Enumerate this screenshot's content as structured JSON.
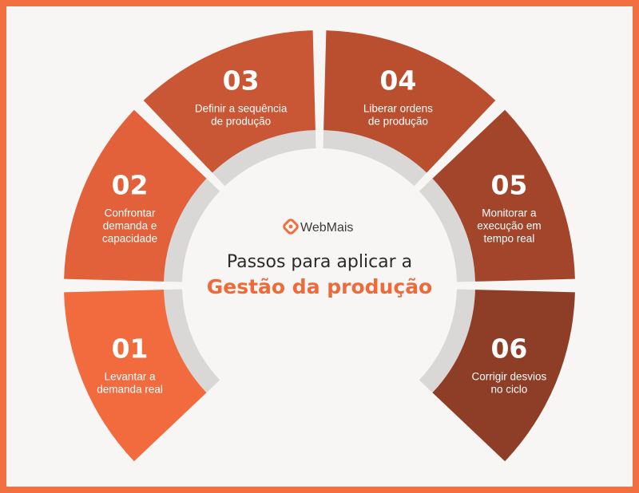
{
  "logo": {
    "text": "WebMais",
    "icon": "webmais-logo-icon",
    "color": "#f2703f"
  },
  "title": {
    "line1": "Passos para aplicar a",
    "line2": "Gestão da produção",
    "line2_color": "#ee6a3a"
  },
  "steps": [
    {
      "number": "01",
      "label_lines": [
        "Levantar a",
        "demanda real"
      ],
      "color": "#f26b3e"
    },
    {
      "number": "02",
      "label_lines": [
        "Confrontar",
        "demanda e",
        "capacidade"
      ],
      "color": "#e2603a"
    },
    {
      "number": "03",
      "label_lines": [
        "Definir a sequência",
        "de produção"
      ],
      "color": "#c95634"
    },
    {
      "number": "04",
      "label_lines": [
        "Liberar ordens",
        "de produção"
      ],
      "color": "#ba4f30"
    },
    {
      "number": "05",
      "label_lines": [
        "Monitorar a",
        "execução em",
        "tempo real"
      ],
      "color": "#a2452b"
    },
    {
      "number": "06",
      "label_lines": [
        "Corrigir desvios",
        "no ciclo"
      ],
      "color": "#8e3e27"
    }
  ],
  "colors": {
    "border": "#f2703f",
    "background": "#f7f6f4"
  }
}
